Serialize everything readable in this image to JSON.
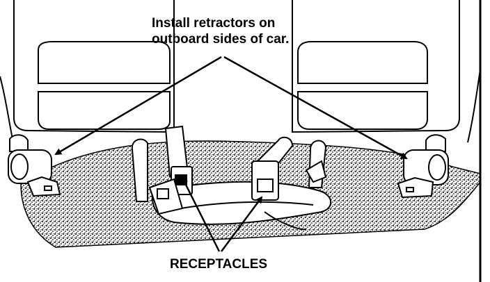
{
  "callouts": {
    "retractor_line_1": "Install retractors on",
    "retractor_line_2": "outboard sides of car.",
    "receptacles": "RECEPTACLES"
  },
  "colors": {
    "ink": "#000000",
    "paper": "#ffffff"
  }
}
